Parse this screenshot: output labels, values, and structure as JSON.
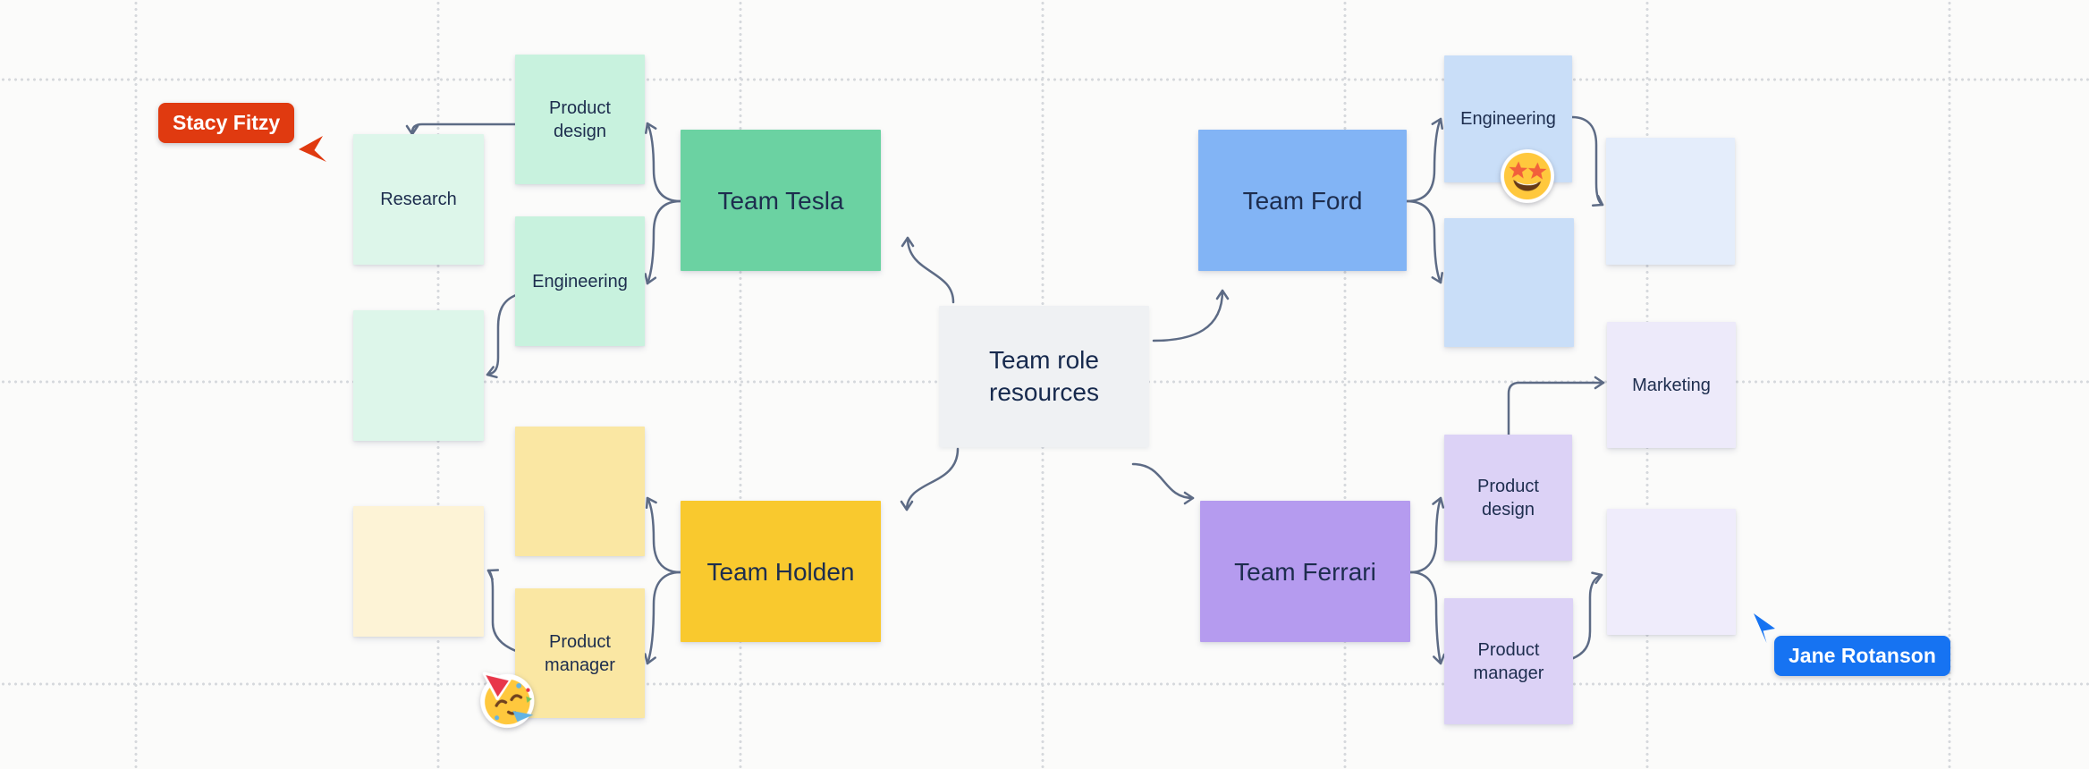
{
  "canvas": {
    "background_color": "#fbfbfa",
    "grid_dot_color": "#d5d8dc"
  },
  "center": {
    "label": "Team role resources",
    "color": "#eff1f3"
  },
  "teams": {
    "tesla": {
      "label": "Team Tesla",
      "color": "#6bd2a2"
    },
    "ford": {
      "label": "Team Ford",
      "color": "#82b4f5"
    },
    "holden": {
      "label": "Team Holden",
      "color": "#f9c92e"
    },
    "ferrari": {
      "label": "Team Ferrari",
      "color": "#b59bef"
    }
  },
  "stickies": {
    "research": {
      "label": "Research",
      "color": "#ddf6ea"
    },
    "product_design_green": {
      "label": "Product design",
      "color": "#c8f2de"
    },
    "engineering_green": {
      "label": "Engineering",
      "color": "#c8f2de"
    },
    "empty_green": {
      "label": "",
      "color": "#ddf6ea"
    },
    "empty_yellow": {
      "label": "",
      "color": "#fae7a3"
    },
    "empty_pale_yellow": {
      "label": "",
      "color": "#fdf3d6"
    },
    "product_manager_yellow": {
      "label": "Product manager",
      "color": "#fae7a3"
    },
    "engineering_blue": {
      "label": "Engineering",
      "color": "#c9def8"
    },
    "empty_blue": {
      "label": "",
      "color": "#c9def8"
    },
    "empty_light_blue": {
      "label": "",
      "color": "#e4edfb"
    },
    "marketing": {
      "label": "Marketing",
      "color": "#edeafa"
    },
    "product_design_purple": {
      "label": "Product design",
      "color": "#dcd2f6"
    },
    "empty_purple": {
      "label": "",
      "color": "#efecfb"
    },
    "product_manager_purple": {
      "label": "Product manager",
      "color": "#dcd2f6"
    }
  },
  "edges": [
    {
      "from": "Team role resources",
      "to": "Team Tesla"
    },
    {
      "from": "Team role resources",
      "to": "Team Ford"
    },
    {
      "from": "Team role resources",
      "to": "Team Holden"
    },
    {
      "from": "Team role resources",
      "to": "Team Ferrari"
    },
    {
      "from": "Team Tesla",
      "to": "Product design (green)"
    },
    {
      "from": "Team Tesla",
      "to": "Engineering (green)"
    },
    {
      "from": "Product design (green)",
      "to": "Research"
    },
    {
      "from": "Engineering (green)",
      "to": "empty green sticky"
    },
    {
      "from": "Team Holden",
      "to": "empty yellow sticky"
    },
    {
      "from": "Team Holden",
      "to": "Product manager (yellow)"
    },
    {
      "from": "Product manager (yellow)",
      "to": "empty pale yellow sticky"
    },
    {
      "from": "Team Ford",
      "to": "Engineering (blue)"
    },
    {
      "from": "Team Ford",
      "to": "empty blue sticky"
    },
    {
      "from": "Engineering (blue)",
      "to": "empty light blue sticky"
    },
    {
      "from": "Team Ferrari",
      "to": "Product design (purple)"
    },
    {
      "from": "Team Ferrari",
      "to": "Product manager (purple)"
    },
    {
      "from": "Product design (purple)",
      "to": "Marketing"
    },
    {
      "from": "Product manager (purple)",
      "to": "empty purple sticky"
    }
  ],
  "users": [
    {
      "name": "Stacy Fitzy",
      "color": "#e03a10"
    },
    {
      "name": "Jane Rotanson",
      "color": "#1673f2"
    }
  ],
  "emojis": [
    {
      "name": "star-struck-face",
      "location": "Engineering blue sticky"
    },
    {
      "name": "partying-face",
      "location": "Product manager yellow sticky"
    }
  ]
}
